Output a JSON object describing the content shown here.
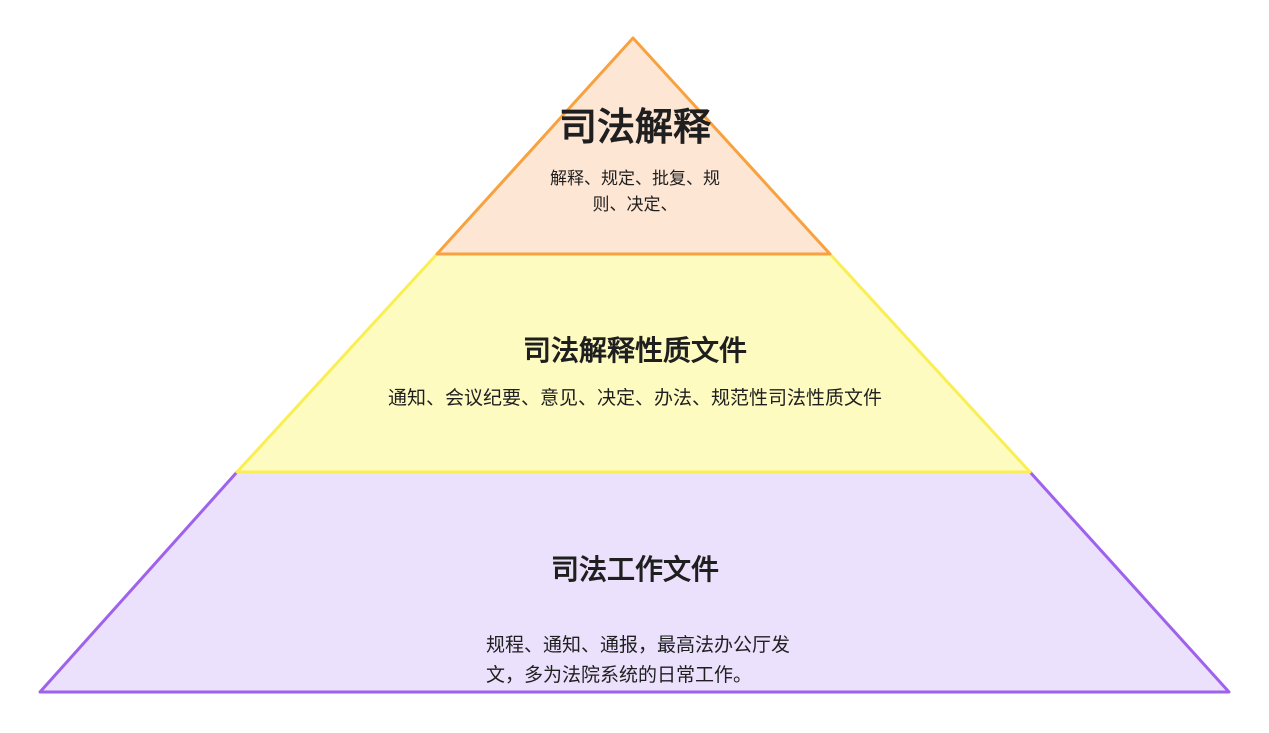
{
  "colors": {
    "top_fill": "#fde6d4",
    "top_stroke": "#f7a23e",
    "mid_fill": "#fefbc1",
    "mid_stroke": "#f9ef54",
    "bottom_fill": "#ebe1fc",
    "bottom_stroke": "#9f62ec",
    "text": "#1f1f1f"
  },
  "tiers": {
    "top": {
      "title": "司法解释",
      "desc_line1": "解释、规定、批复、规",
      "desc_line2": "则、决定、"
    },
    "middle": {
      "title": "司法解释性质文件",
      "desc": "通知、会议纪要、意见、决定、办法、规范性司法性质文件"
    },
    "bottom": {
      "title": "司法工作文件",
      "desc_line1": "规程、通知、通报，最高法办公厅发",
      "desc_line2": "文，多为法院系统的日常工作。"
    }
  }
}
